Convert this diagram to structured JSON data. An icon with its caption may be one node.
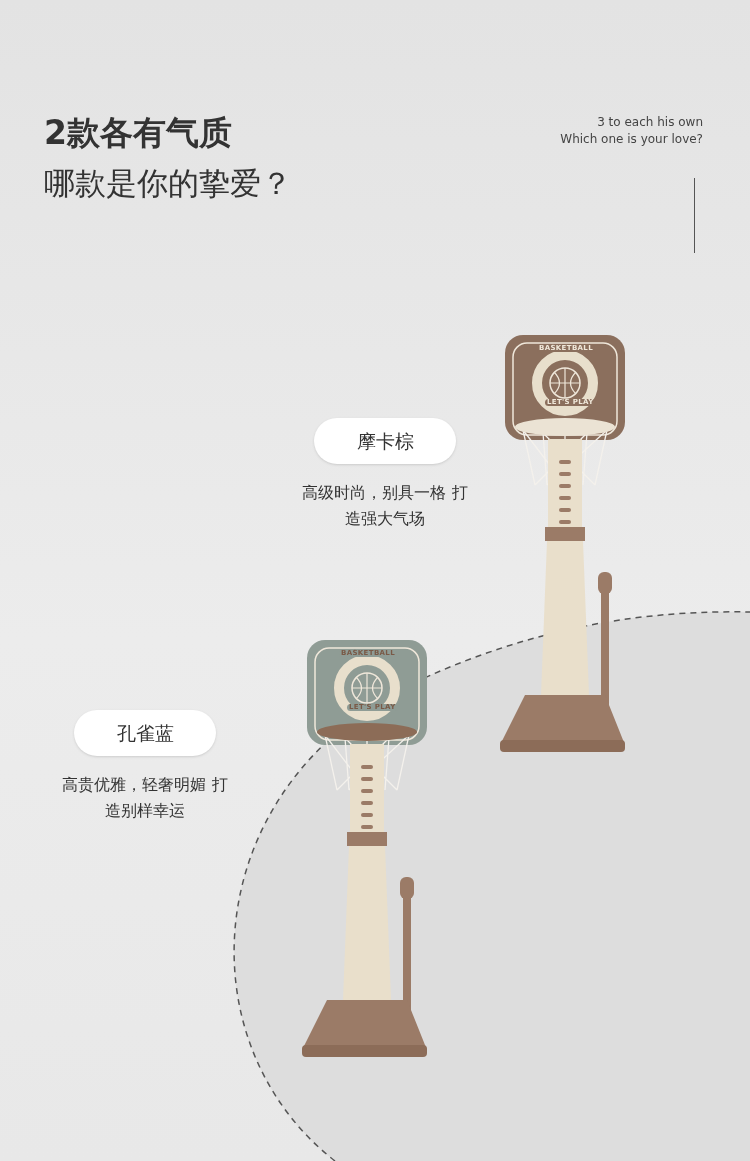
{
  "diagram": {
    "title": "2款各有气质",
    "nodes": [
      {
        "text": [
          "摩卡棕"
        ],
        "beside": [
          "高级时尚，别具一格 打造强大气场"
        ]
      },
      {
        "text": [
          "孔雀蓝"
        ],
        "beside": [
          "高贵优雅，轻奢明媚 打造别样幸运"
        ]
      }
    ],
    "labels": [
      "哪款是你的挚爱？",
      "3 to each his own",
      "Which one is your love?",
      "BASKETBALL",
      "LET'S PLAY",
      "BASKETBALL",
      "LET'S PLAY"
    ]
  }
}
